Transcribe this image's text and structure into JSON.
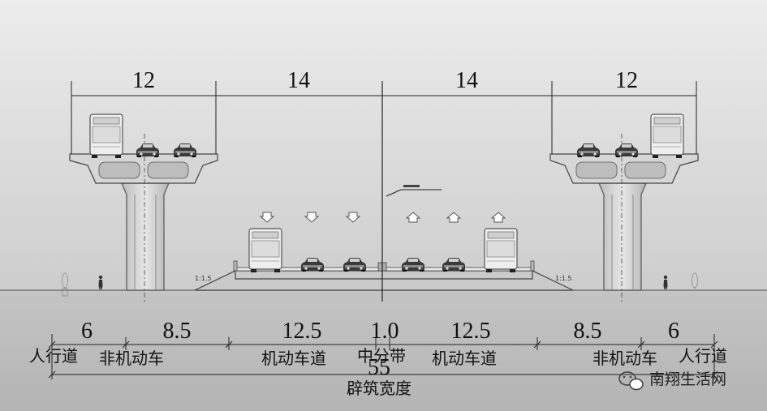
{
  "top_dimensions": [
    "12",
    "14",
    "14",
    "12"
  ],
  "bottom_dimensions": [
    "6",
    "8.5",
    "12.5",
    "1.0",
    "12.5",
    "8.5",
    "6"
  ],
  "lane_labels": [
    "人行道",
    "非机动车",
    "机动车道",
    "中分带",
    "机动车道",
    "非机动车",
    "人行道"
  ],
  "total_width": "55",
  "total_label": "辟筑宽度",
  "slope_labels": [
    "1:1.5",
    "1:1.5"
  ],
  "watermark": {
    "icon": "wechat-icon",
    "text": "南翔生活网"
  },
  "colors": {
    "sky_top": "#e6e6e6",
    "sky_bottom": "#cfcfcf",
    "ground": "#bdbdbd",
    "concrete": "#d8d8d8",
    "line": "#222222"
  }
}
